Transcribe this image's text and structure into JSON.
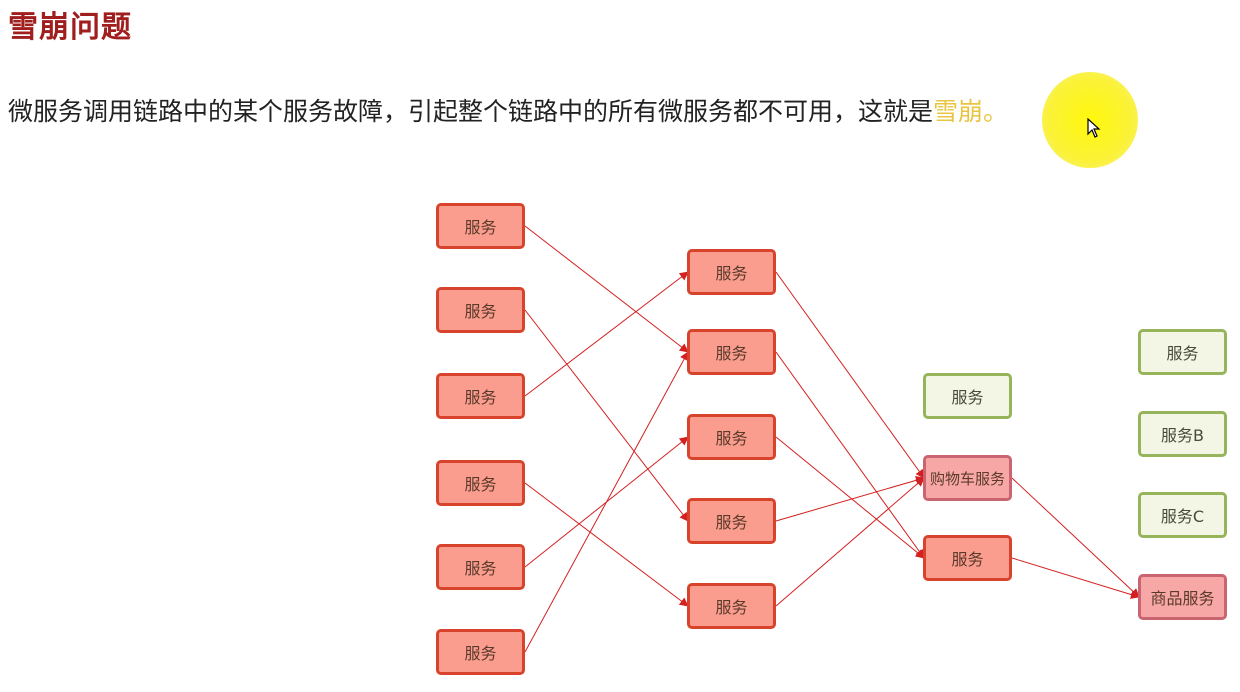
{
  "title": "雪崩问题",
  "description": {
    "before": "微服务调用链路中的某个服务故障，引起整个链路中的所有微服务都不可用，这就是",
    "highlight": "雪崩",
    "after": "。"
  },
  "nodes": {
    "l1": "服务",
    "l2": "服务",
    "l3": "服务",
    "l4": "服务",
    "l5": "服务",
    "l6": "服务",
    "m1": "服务",
    "m2": "服务",
    "m3": "服务",
    "m4": "服务",
    "m5": "服务",
    "cart": "购物车服务",
    "r2": "服务",
    "g1": "服务",
    "g2": "服务",
    "g3": "服务B",
    "g4": "服务C",
    "goods": "商品服务"
  },
  "colors": {
    "failed_fill": "#fa9c8e",
    "failed_border": "#d8432b",
    "healthy_fill": "#f3f6e5",
    "healthy_border": "#96b45a",
    "edge": "#d42020",
    "title": "#a01e1e"
  },
  "cursor_icon": "mouse-pointer-icon"
}
